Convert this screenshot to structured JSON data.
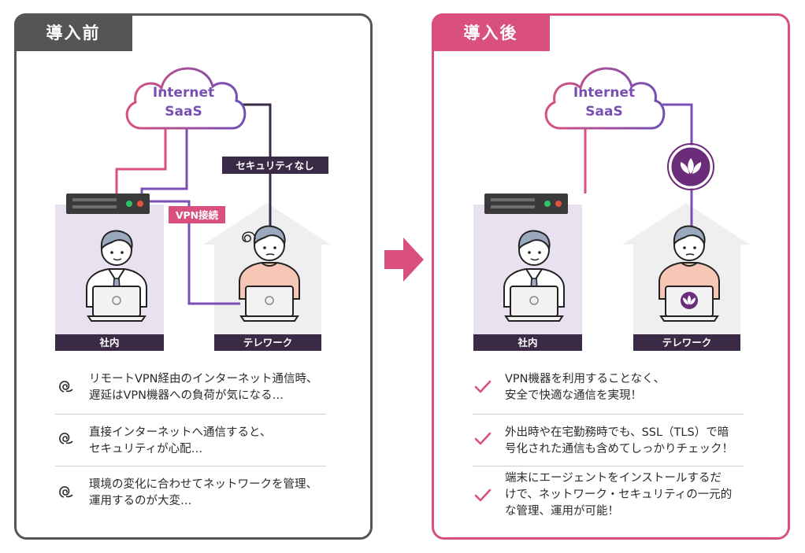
{
  "before": {
    "title": "導入前",
    "cloud_line1": "Internet",
    "cloud_line2": "SaaS",
    "label_no_security": "セキュリティなし",
    "label_vpn": "VPN接続",
    "label_office": "社内",
    "label_telework": "テレワーク",
    "notes": [
      {
        "line1": "リモートVPN経由のインターネット通信時、",
        "line2": "遅延はVPN機器への負荷が気になる…"
      },
      {
        "line1": "直接インターネットへ通信すると、",
        "line2": "セキュリティが心配…"
      },
      {
        "line1": "環境の変化に合わせてネットワークを管理、",
        "line2": "運用するのが大変…"
      }
    ]
  },
  "after": {
    "title": "導入後",
    "cloud_line1": "Internet",
    "cloud_line2": "SaaS",
    "label_office": "社内",
    "label_telework": "テレワーク",
    "notes": [
      {
        "line1": "VPN機器を利用することなく、",
        "line2": "安全で快適な通信を実現！",
        "line3": ""
      },
      {
        "line1": "外出時や在宅勤務時でも、SSL（TLS）で暗",
        "line2": "号化された通信も含めてしっかりチェック！",
        "line3": ""
      },
      {
        "line1": "端末にエージェントをインストールするだ",
        "line2": "けで、ネットワーク・セキュリティの一元的",
        "line3": "な管理、運用が可能！"
      }
    ]
  },
  "icons": {
    "worry": "spiral-worry-icon",
    "check": "check-icon",
    "arrow": "arrow-right-icon",
    "agent": "lotus-shield-icon"
  },
  "colors": {
    "before_accent": "#555555",
    "after_accent": "#d9507e",
    "label_dark": "#3a2a45",
    "line_pink": "#d9507e",
    "line_purple": "#7a4fb5",
    "line_dark": "#3a2a45",
    "room_lavender": "#e9e1ef",
    "house_gray": "#efefef",
    "agent_purple": "#6b2c7a"
  }
}
